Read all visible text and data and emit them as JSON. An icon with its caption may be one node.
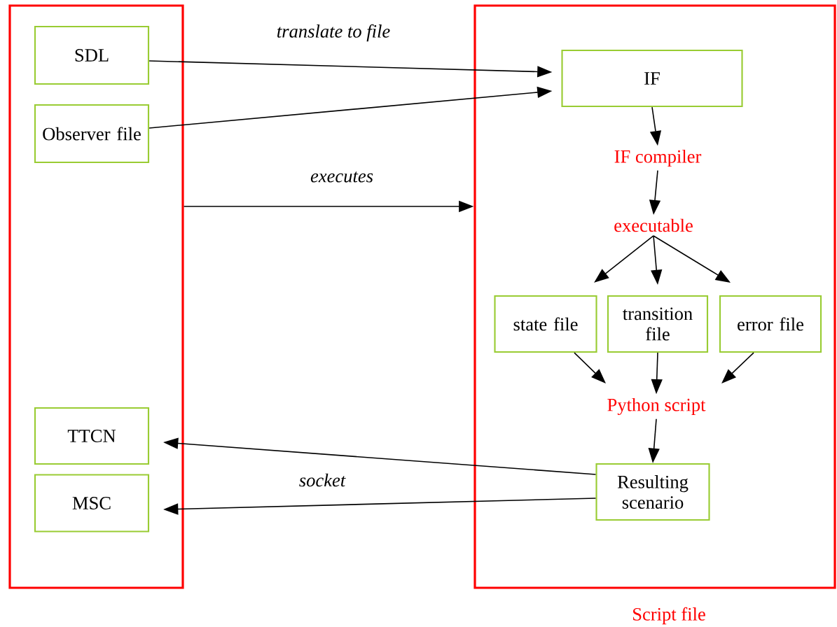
{
  "diagram": {
    "nodes": [
      {
        "text": [],
        "shape": "box"
      },
      {
        "text": [
          "SDL"
        ],
        "in": 0
      },
      {
        "text": [
          "Observer file"
        ],
        "in": 0
      },
      {
        "text": [
          "TTCN"
        ],
        "in": 0
      },
      {
        "text": [
          "MSC"
        ],
        "in": 0
      },
      {
        "text": [
          "Script file"
        ]
      },
      {
        "text": [
          "IF"
        ],
        "in": 5
      },
      {
        "text": [
          "IF compiler"
        ],
        "in": 5
      },
      {
        "text": [
          "executable"
        ],
        "in": 5
      },
      {
        "text": [
          "state file"
        ],
        "in": 5
      },
      {
        "text": [
          "transition file"
        ],
        "in": 5
      },
      {
        "text": [
          "error file"
        ],
        "in": 5
      },
      {
        "text": [
          "Python script"
        ],
        "in": 5
      },
      {
        "text": [
          "Resulting scenario"
        ],
        "in": 5
      }
    ],
    "edges": [
      {
        "from": 1,
        "to": 6,
        "arrow": "to",
        "label": "translate to file"
      },
      {
        "from": 2,
        "to": 6,
        "arrow": "to"
      },
      {
        "from": 0,
        "to": 5,
        "arrow": "to",
        "label": "executes"
      },
      {
        "from": 6,
        "to": 7,
        "arrow": "to"
      },
      {
        "from": 7,
        "to": 8,
        "arrow": "to"
      },
      {
        "from": 8,
        "to": 9,
        "arrow": "to"
      },
      {
        "from": 8,
        "to": 10,
        "arrow": "to"
      },
      {
        "from": 8,
        "to": 11,
        "arrow": "to"
      },
      {
        "from": 9,
        "to": 12,
        "arrow": "to"
      },
      {
        "from": 10,
        "to": 12,
        "arrow": "to"
      },
      {
        "from": 11,
        "to": 12,
        "arrow": "to"
      },
      {
        "from": 12,
        "to": 13,
        "arrow": "to"
      },
      {
        "from": 13,
        "to": 3,
        "arrow": "to"
      },
      {
        "from": 13,
        "to": 4,
        "arrow": "to",
        "label": "socket"
      }
    ]
  }
}
